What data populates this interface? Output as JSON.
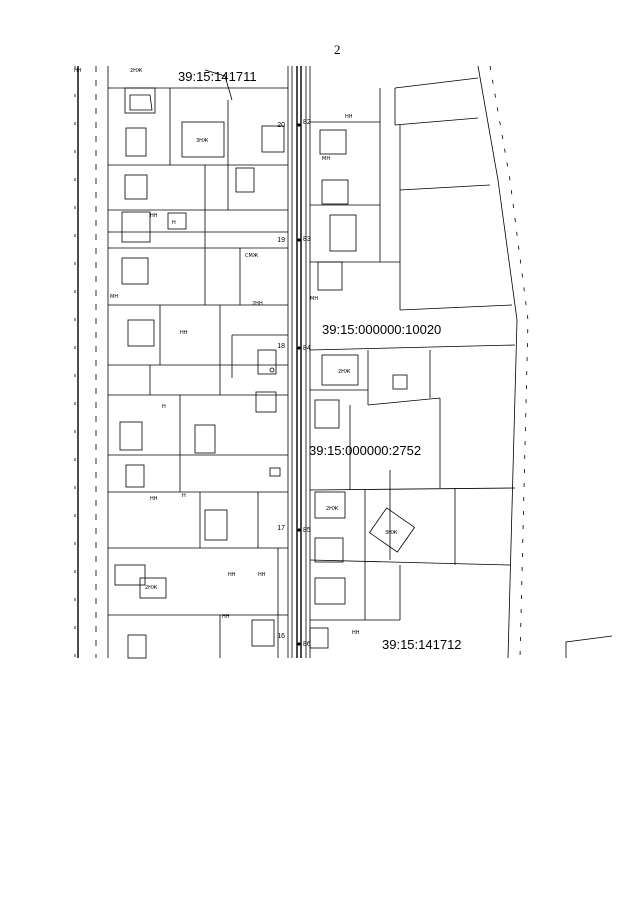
{
  "page": {
    "number": "2"
  },
  "cadastral_labels": {
    "block_north": "39:15:141711",
    "block_south": "39:15:141712",
    "parcel_a": "39:15:000000:10020",
    "parcel_b": "39:15:000000:2752"
  },
  "point_labels": {
    "p20": "20",
    "p82": "82",
    "p19": "19",
    "p83": "83",
    "p18": "18",
    "p84": "84",
    "p17": "17",
    "p85": "85",
    "p16": "16",
    "p86": "86"
  },
  "building_tags": {
    "nn": "НН",
    "two_nzh": "2НЖ",
    "three_nzh": "3НЖ",
    "mn": "МН",
    "smzh": "СМЖ",
    "n": "Н",
    "two_nn": "2НН"
  },
  "map_style": {
    "line_color": "#000000",
    "background": "#ffffff"
  }
}
